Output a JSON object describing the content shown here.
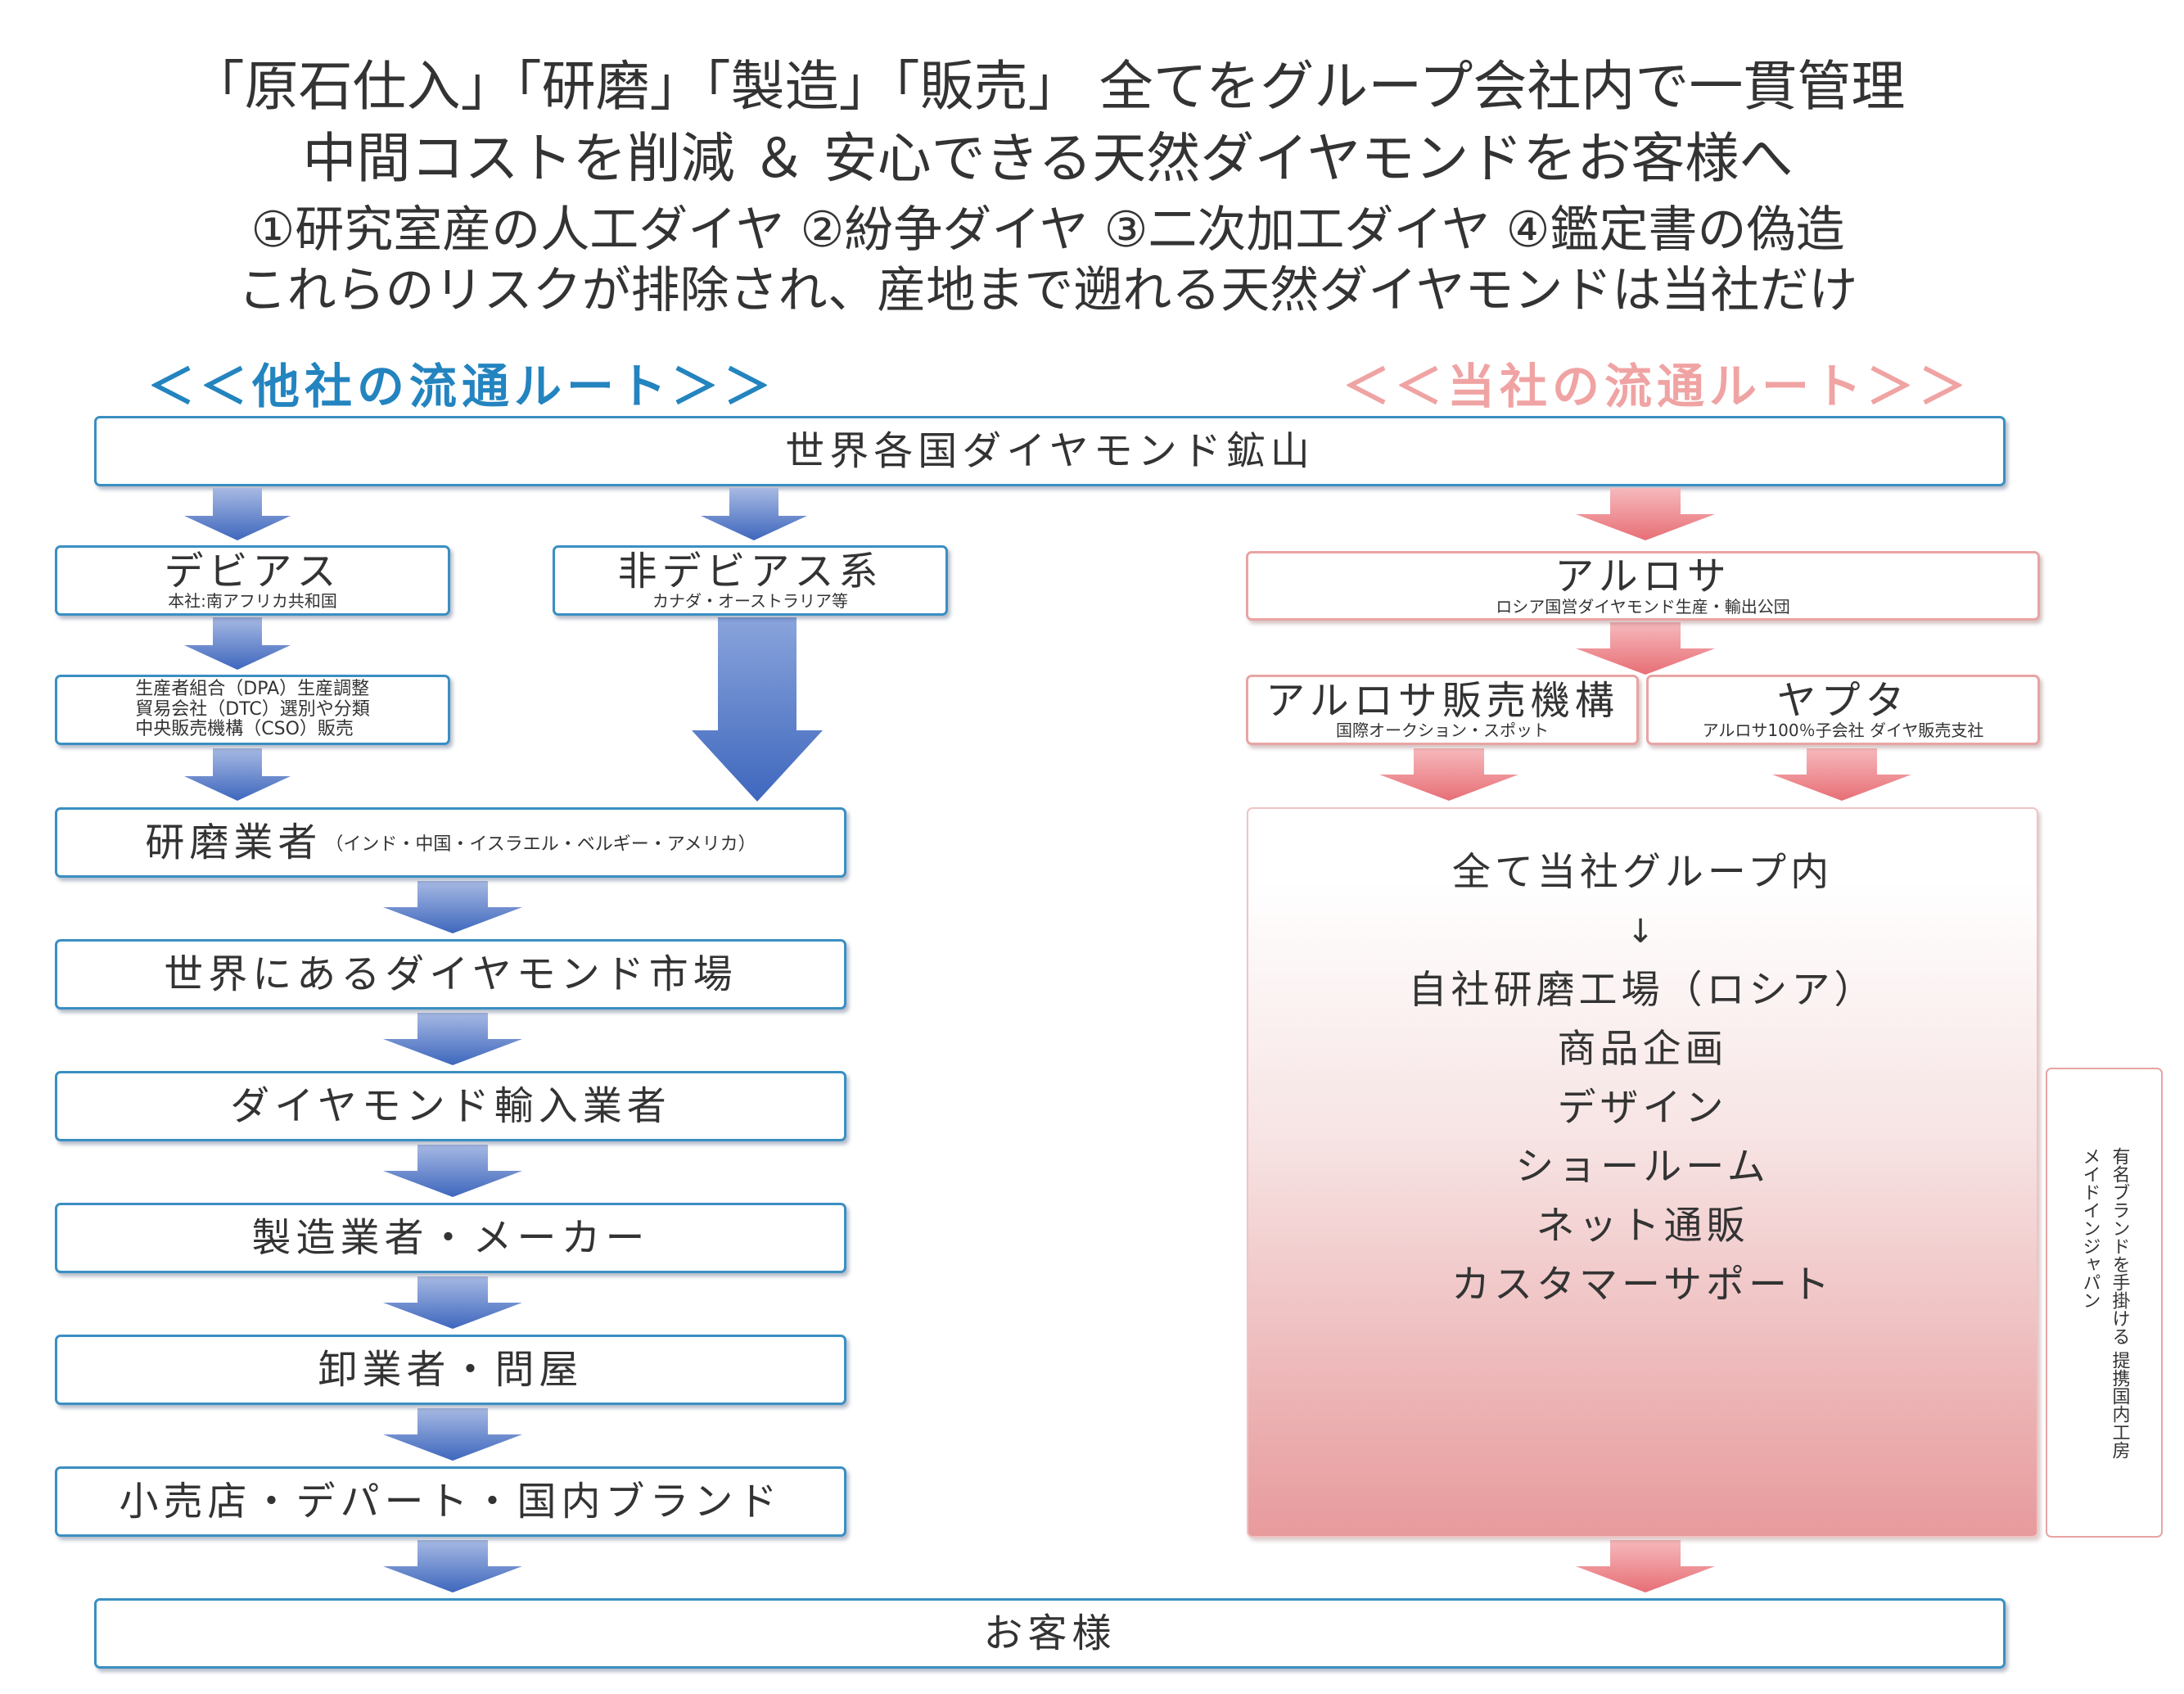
{
  "header": {
    "line1": "「原石仕入」「研磨」「製造」「販売」 全てをグループ会社内で一貫管理",
    "line2": "中間コストを削減 ＆ 安心できる天然ダイヤモンドをお客様へ",
    "line3": "①研究室産の人工ダイヤ ②紛争ダイヤ ③二次加工ダイヤ ④鑑定書の偽造",
    "line4": "これらのリスクが排除され、産地まで遡れる天然ダイヤモンドは当社だけ"
  },
  "routes": {
    "other": "＜＜他社の流通ルート＞＞",
    "ours": "＜＜当社の流通ルート＞＞"
  },
  "top_box": "世界各国ダイヤモンド鉱山",
  "other_route": {
    "debeers": {
      "label": "デビアス",
      "sub": "本社:南アフリカ共和国"
    },
    "non_debeers": {
      "label": "非デビアス系",
      "sub": "カナダ・オーストラリア等"
    },
    "dpa_lines": [
      "生産者組合（DPA）生産調整",
      "貿易会社（DTC）選別や分類",
      "中央販売機構（CSO）販売"
    ],
    "polisher": {
      "label": "研磨業者",
      "sub": "（インド・中国・イスラエル・ベルギー・アメリカ）"
    },
    "steps": [
      "世界にあるダイヤモンド市場",
      "ダイヤモンド輸入業者",
      "製造業者・メーカー",
      "卸業者・問屋",
      "小売店・デパート・国内ブランド"
    ]
  },
  "our_route": {
    "alrosa": {
      "label": "アルロサ",
      "sub": "ロシア国営ダイヤモンド生産・輸出公団"
    },
    "alrosa_sales": {
      "label": "アルロサ販売機構",
      "sub": "国際オークション・スポット"
    },
    "yaputa": {
      "label": "ヤプタ",
      "sub": "アルロサ100％子会社 ダイヤ販売支社"
    },
    "group": {
      "title": "全て当社グループ内",
      "arrow": "↓",
      "items": [
        "自社研磨工場（ロシア）",
        "商品企画",
        "デザイン",
        "ショールーム",
        "ネット通販",
        "カスタマーサポート"
      ]
    },
    "side_note": [
      "有名ブランドを手掛ける 提携国内工房",
      "メイドインジャパン"
    ]
  },
  "bottom_box": "お客様",
  "colors": {
    "blue_text": "#2384bf",
    "pink_text": "#f0a3a3",
    "blue_arrow": "#4a74c4",
    "pink_arrow": "#e97f84"
  }
}
